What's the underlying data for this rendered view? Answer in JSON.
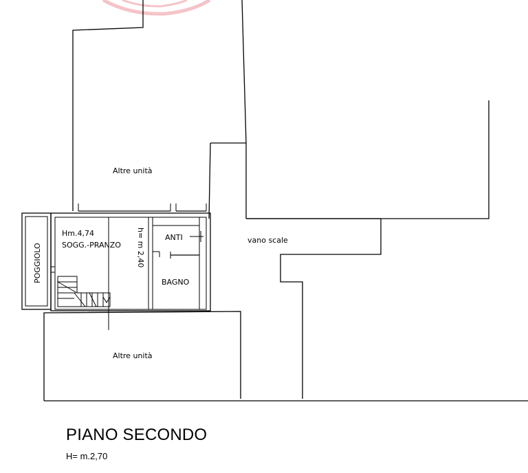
{
  "watermark_color": "#f4c4c8",
  "labels": {
    "altre_unita_top": "Altre unità",
    "altre_unita_bottom": "Altre unità",
    "vano_scale": "vano scale",
    "poggiolo": "POGGIOLO",
    "hm": "Hm.4,74",
    "sogg_pranzo": "SOGG.-PRANZO",
    "h_240": "h= m 2,40",
    "anti": "ANTI",
    "bagno": "BAGNO"
  },
  "title": "PIANO SECONDO",
  "subtitle": "H= m.2,70"
}
